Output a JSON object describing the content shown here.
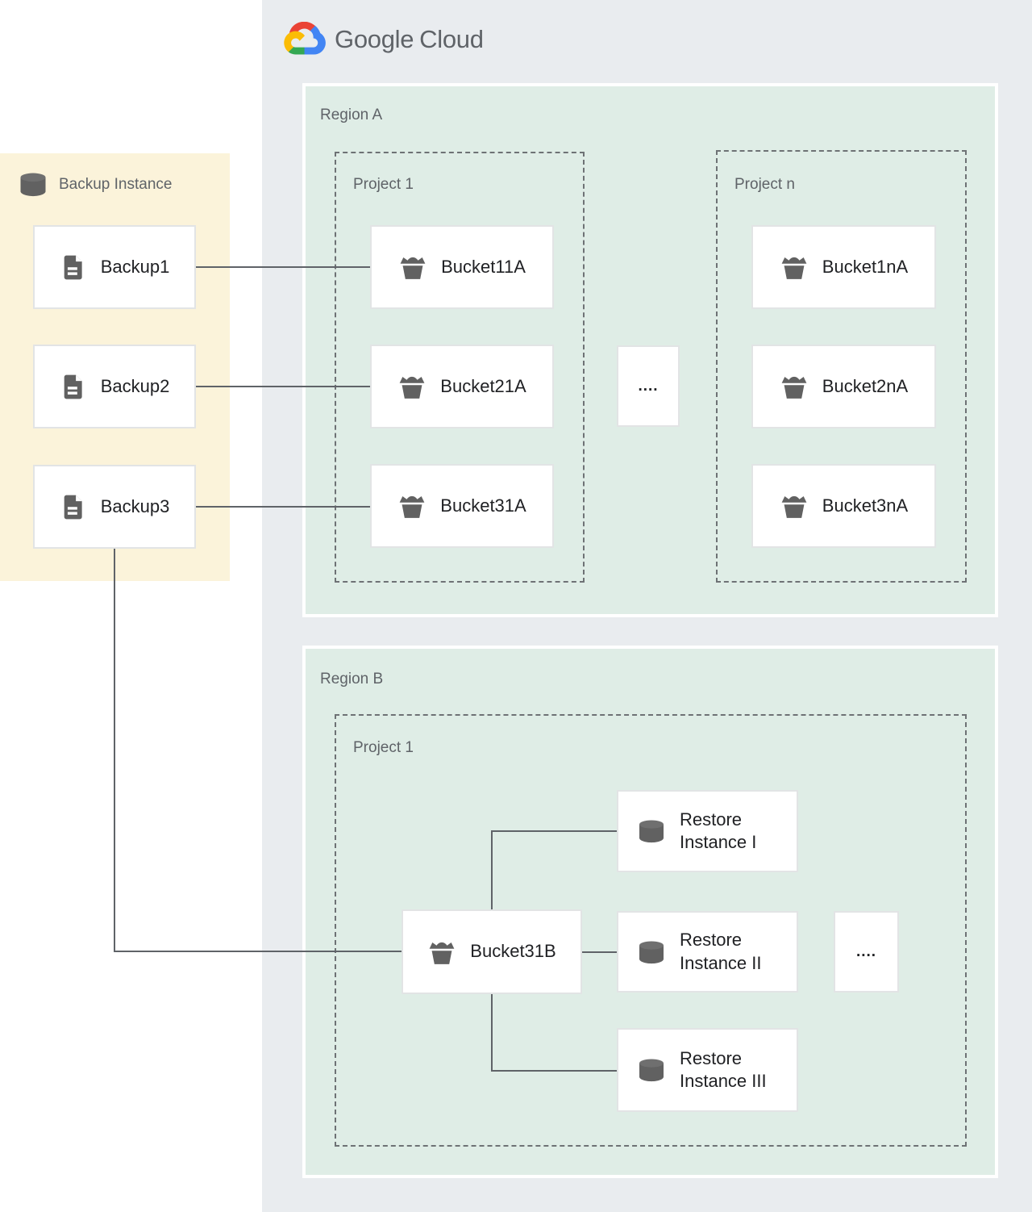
{
  "logo": {
    "google": "Google",
    "cloud": "Cloud"
  },
  "backup_panel": {
    "title": "Backup Instance",
    "items": [
      {
        "label": "Backup1"
      },
      {
        "label": "Backup2"
      },
      {
        "label": "Backup3"
      }
    ]
  },
  "region_a": {
    "label": "Region A",
    "ellipsis": "....",
    "projects": [
      {
        "label": "Project 1",
        "buckets": [
          "Bucket11A",
          "Bucket21A",
          "Bucket31A"
        ]
      },
      {
        "label": "Project n",
        "buckets": [
          "Bucket1nA",
          "Bucket2nA",
          "Bucket3nA"
        ]
      }
    ]
  },
  "region_b": {
    "label": "Region B",
    "project": {
      "label": "Project 1",
      "bucket": "Bucket31B",
      "ellipsis": "....",
      "restore_instances": [
        "Restore Instance I",
        "Restore Instance II",
        "Restore Instance III"
      ]
    }
  },
  "colors": {
    "outer_panel": "#e9ecef",
    "region_panel": "#dfede6",
    "backup_panel": "#fbf3da",
    "node_border": "#e2e4e5",
    "icon_gray": "#616161",
    "text_dark": "#202124",
    "text_gray": "#5f6368",
    "line": "#5f6368",
    "logo_red": "#EA4335",
    "logo_blue": "#4285F4",
    "logo_green": "#34A853",
    "logo_yellow": "#FBBC05"
  }
}
